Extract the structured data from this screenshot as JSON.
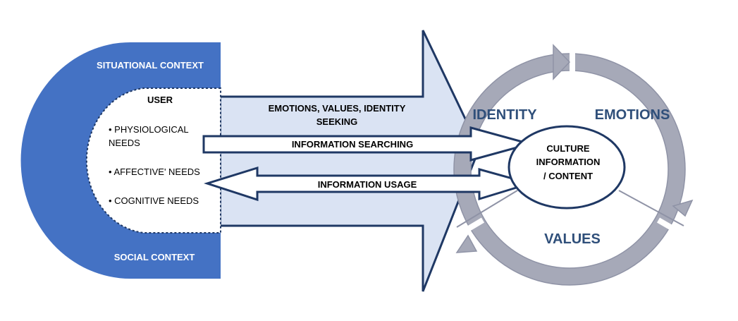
{
  "context": {
    "situational": "SITUATIONAL CONTEXT",
    "social": "SOCIAL  CONTEXT"
  },
  "user": {
    "title": "USER",
    "needs": [
      {
        "line1": "• PHYSIOLOGICAL",
        "line2": "NEEDS"
      },
      {
        "line1": "• AFFECTIVE' NEEDS"
      },
      {
        "line1": "• COGNITIVE NEEDS"
      }
    ]
  },
  "flow": {
    "seeking_line1": "EMOTIONS, VALUES, IDENTITY",
    "seeking_line2": "SEEKING",
    "searching": "INFORMATION SEARCHING",
    "usage": "INFORMATION USAGE"
  },
  "cycle": {
    "identity": "IDENTITY",
    "emotions": "EMOTIONS",
    "values": "VALUES"
  },
  "center": {
    "line1": "CULTURE",
    "line2": "INFORMATION",
    "line3": "/ CONTENT"
  },
  "colors": {
    "context_blue": "#4472c4",
    "big_arrow_fill": "#dae3f3",
    "outline_navy": "#1f3864",
    "ring_gray": "#a6a9b8",
    "ring_gray_dark": "#8f93a6",
    "cycle_text": "#2f4f7a"
  }
}
